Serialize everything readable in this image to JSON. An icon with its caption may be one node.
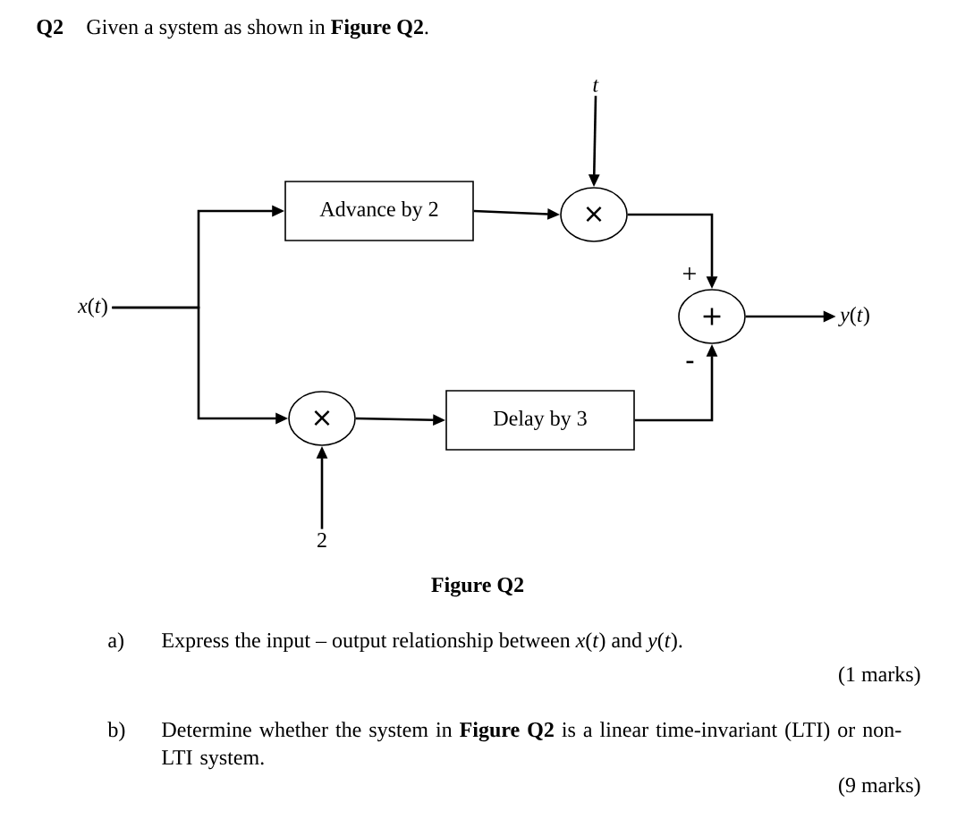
{
  "diagram": {
    "title": "Given a system as shown in **Figure Q2**.",
    "caption": "Figure Q2",
    "nodes": [
      {
        "text": [
          "*x*(*t*)"
        ]
      },
      {
        "text": [
          "Advance by 2"
        ]
      },
      {
        "text": [
          "×"
        ]
      },
      {
        "text": [
          "*t*"
        ]
      },
      {
        "text": [
          "+"
        ]
      },
      {
        "text": [
          "*y*(*t*)"
        ]
      },
      {
        "text": [
          "×"
        ]
      },
      {
        "text": [
          "2"
        ]
      },
      {
        "text": [
          "Delay by 3"
        ]
      }
    ],
    "edges": [
      {
        "from": 0,
        "to": 1,
        "arrow": "to"
      },
      {
        "from": 0,
        "to": 6,
        "arrow": "to"
      },
      {
        "from": 1,
        "to": 2,
        "arrow": "to"
      },
      {
        "from": 3,
        "to": 2,
        "arrow": "to"
      },
      {
        "from": 2,
        "to": 4,
        "arrow": "to"
      },
      {
        "from": 7,
        "to": 6,
        "arrow": "to"
      },
      {
        "from": 6,
        "to": 8,
        "arrow": "to"
      },
      {
        "from": 8,
        "to": 4,
        "arrow": "to"
      },
      {
        "from": 4,
        "to": 5,
        "arrow": "to"
      }
    ],
    "labels": [
      "Q2",
      "+",
      "-",
      "a)",
      "Express the input – output relationship between *x*(*t*) and *y*(*t*).",
      "(1 marks)",
      "b)",
      "Determine whether the system in **Figure Q2** is a linear time-invariant (LTI) or non-LTI system.",
      "(9 marks)"
    ]
  }
}
